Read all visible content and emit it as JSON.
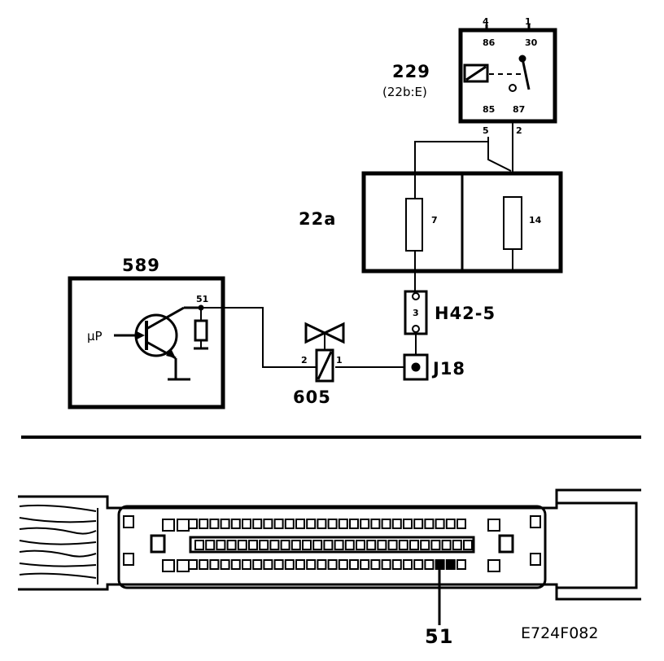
{
  "components": {
    "relay": {
      "id": "229",
      "sub": "(22b:E)",
      "pin_top_left": "4",
      "pin_top_right": "1",
      "terminal_86": "86",
      "terminal_30": "30",
      "terminal_85": "85",
      "terminal_87": "87",
      "pin_bot_left": "5",
      "pin_bot_right": "2"
    },
    "fusebox": {
      "id": "22a",
      "fuse_left": "7",
      "fuse_right": "14"
    },
    "connector_h": {
      "id": "H42-5",
      "pin": "3"
    },
    "junction": {
      "id": "J18"
    },
    "ecu": {
      "id": "589",
      "pin": "51",
      "input": "µP"
    },
    "valve": {
      "id": "605",
      "pin_left": "2",
      "pin_right": "1"
    }
  },
  "connector_view": {
    "pin_callout": "51"
  },
  "figure_code": "E724F082"
}
